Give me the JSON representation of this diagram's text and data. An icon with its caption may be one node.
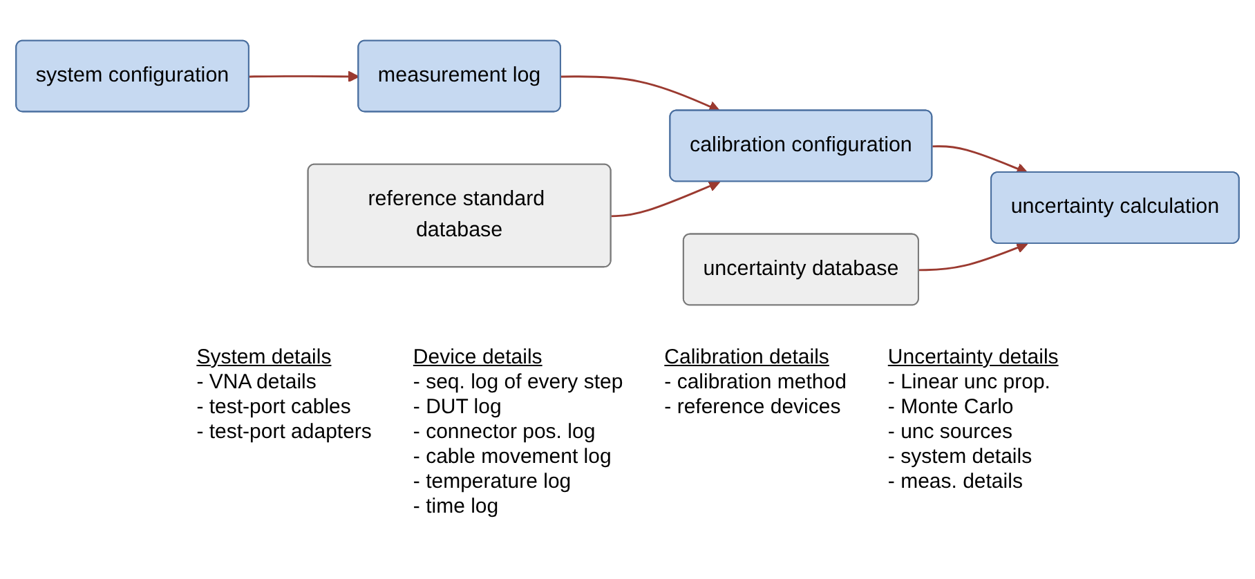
{
  "diagram": {
    "nodes": [
      {
        "text": [
          "system configuration"
        ],
        "beside": [
          "System details",
          "- VNA details",
          "- test-port cables",
          "- test-port adapters"
        ]
      },
      {
        "text": [
          "measurement log"
        ],
        "beside": [
          "Device details",
          "- seq. log of every step",
          "- DUT log",
          "- connector pos. log",
          "- cable movement log",
          "- temperature log",
          "- time log"
        ]
      },
      {
        "text": [
          "reference standard database"
        ]
      },
      {
        "text": [
          "calibration configuration"
        ],
        "beside": [
          "Calibration details",
          "- calibration method",
          "- reference devices"
        ]
      },
      {
        "text": [
          "uncertainty database"
        ]
      },
      {
        "text": [
          "uncertainty calculation"
        ],
        "beside": [
          "Uncertainty details",
          "- Linear unc prop.",
          "- Monte Carlo",
          "- unc sources",
          "- system details",
          "- meas. details"
        ]
      }
    ],
    "edges": [
      {
        "from": 0,
        "to": 1,
        "arrow": "to"
      },
      {
        "from": 1,
        "to": 3,
        "arrow": "to"
      },
      {
        "from": 2,
        "to": 3,
        "arrow": "to"
      },
      {
        "from": 3,
        "to": 5,
        "arrow": "to"
      },
      {
        "from": 4,
        "to": 5,
        "arrow": "to"
      }
    ]
  }
}
